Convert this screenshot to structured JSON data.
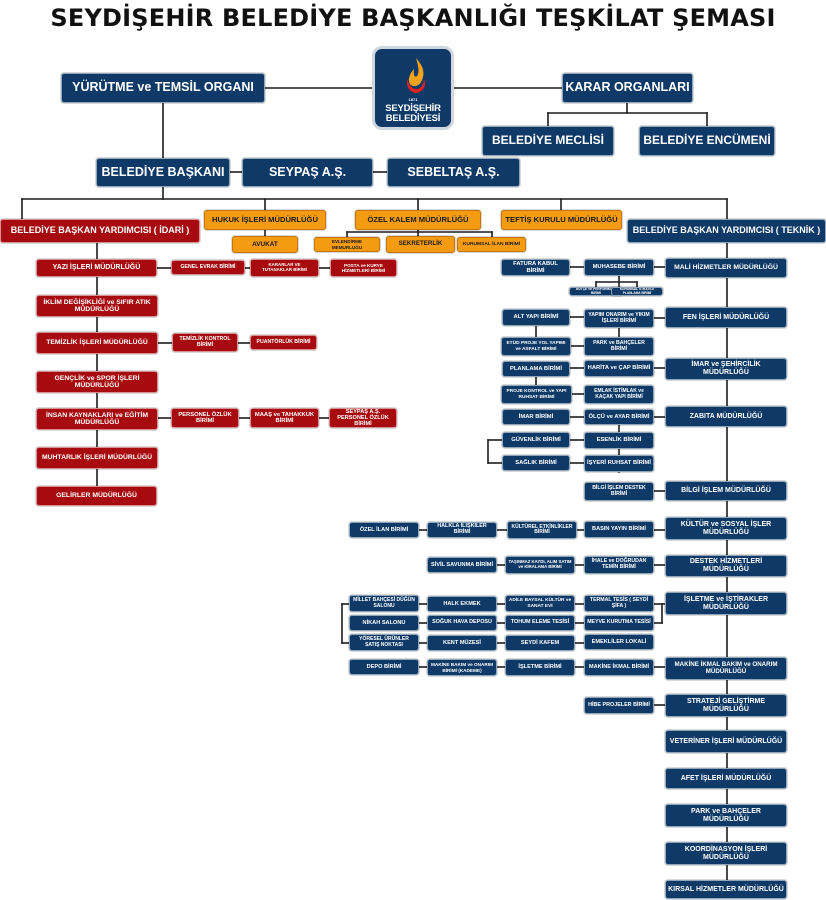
{
  "title": "SEYDİŞEHİR BELEDİYE BAŞKANLIĞI TEŞKİLAT ŞEMASI",
  "logo": {
    "year": "1871",
    "line1": "SEYDİŞEHİR",
    "line2": "BELEDİYESİ"
  },
  "colors": {
    "navy": "#0f3a68",
    "red": "#a70b10",
    "orange": "#f49b12",
    "line": "#1c1c1c"
  },
  "nodes": [
    {
      "id": "yurutme",
      "label": "YÜRÜTME ve TEMSİL ORGANI",
      "c": "b"
    },
    {
      "id": "karar",
      "label": "KARAR ORGANLARI",
      "c": "b"
    },
    {
      "id": "meclis",
      "label": "BELEDİYE MECLİSİ",
      "c": "b"
    },
    {
      "id": "encumen",
      "label": "BELEDİYE ENCÜMENİ",
      "c": "b"
    },
    {
      "id": "baskan",
      "label": "BELEDİYE BAŞKANI",
      "c": "b"
    },
    {
      "id": "seypas",
      "label": "SEYPAŞ A.Ş.",
      "c": "b"
    },
    {
      "id": "sebeltas",
      "label": "SEBELTAŞ A.Ş.",
      "c": "b"
    },
    {
      "id": "byidari",
      "label": "BELEDİYE BAŞKAN YARDIMCISI ( İDARİ )",
      "c": "r"
    },
    {
      "id": "hukuk",
      "label": "HUKUK İŞLERİ MÜDÜRLÜĞÜ",
      "c": "o"
    },
    {
      "id": "avukat",
      "label": "AVUKAT",
      "c": "o"
    },
    {
      "id": "ozelkalem",
      "label": "ÖZEL KALEM MÜDÜRLÜĞÜ",
      "c": "o"
    },
    {
      "id": "evlendirme",
      "label": "EVLENDİRME MEMURLUĞU",
      "c": "o"
    },
    {
      "id": "sekreterlik",
      "label": "SEKRETERLİK",
      "c": "o"
    },
    {
      "id": "kurumsalilan",
      "label": "KURUMSAL İLAN BİRİMİ",
      "c": "o"
    },
    {
      "id": "teftis",
      "label": "TEFTİŞ KURULU MÜDÜRLÜĞÜ",
      "c": "o"
    },
    {
      "id": "byteknik",
      "label": "BELEDİYE BAŞKAN YARDIMCISI ( TEKNİK )",
      "c": "b"
    },
    {
      "id": "yazi",
      "label": "YAZI İŞLERİ MÜDÜRLÜĞÜ",
      "c": "r"
    },
    {
      "id": "genelevrak",
      "label": "GENEL EVRAK BİRİMİ",
      "c": "r"
    },
    {
      "id": "kararlar",
      "label": "KARARLAR VE TUTANAKLAR BİRİMİ",
      "c": "r"
    },
    {
      "id": "posta",
      "label": "POSTA ve KURYE HİZMETLERİ BİRİMİ",
      "c": "r"
    },
    {
      "id": "iklim",
      "label": "İKLİM DEĞİŞİKLİĞİ ve SIFIR ATIK MÜDÜRLÜĞÜ",
      "c": "r"
    },
    {
      "id": "temizlik",
      "label": "TEMİZLİK İŞLERİ MÜDÜRLÜĞÜ",
      "c": "r"
    },
    {
      "id": "temizlikkontrol",
      "label": "TEMİZLİK KONTROL BİRİMİ",
      "c": "r"
    },
    {
      "id": "puantorluk",
      "label": "PUANTÖRLÜK BİRİMİ",
      "c": "r"
    },
    {
      "id": "genclik",
      "label": "GENÇLİK ve SPOR İŞLERİ MÜDÜRLÜĞÜ",
      "c": "r"
    },
    {
      "id": "insan",
      "label": "İNSAN KAYNAKLARI ve EĞİTİM MÜDÜRLÜĞÜ",
      "c": "r"
    },
    {
      "id": "personelozluk",
      "label": "PERSONEL ÖZLÜK BİRİMİ",
      "c": "r"
    },
    {
      "id": "maas",
      "label": "MAAŞ ve TAHAKKUK BİRİMİ",
      "c": "r"
    },
    {
      "id": "seypaspersonel",
      "label": "SEYPAŞ A.Ş. PERSONEL ÖZLÜK BİRİMİ",
      "c": "r"
    },
    {
      "id": "muhtarlik",
      "label": "MUHTARLIK İŞLERİ MÜDÜRLÜĞÜ",
      "c": "r"
    },
    {
      "id": "gelirler",
      "label": "GELİRLER MÜDÜRLÜĞÜ",
      "c": "r"
    },
    {
      "id": "fatura",
      "label": "FATURA KABUL BİRİMİ",
      "c": "b"
    },
    {
      "id": "muhasebe",
      "label": "MUHASEBE BİRİMİ",
      "c": "b"
    },
    {
      "id": "mali",
      "label": "MALİ HİZMETLER MÜDÜRLÜĞÜ",
      "c": "b"
    },
    {
      "id": "butce",
      "label": "BÜTÇE VE PERFORMANS BİRİMİ",
      "c": "b"
    },
    {
      "id": "stratejiplan",
      "label": "KURUMSAL STRATEJİ PLANLAMA BİRİMİ",
      "c": "b"
    },
    {
      "id": "altyapi",
      "label": "ALT YAPI BİRİMİ",
      "c": "b"
    },
    {
      "id": "yapimonarim",
      "label": "YAPIM ONARIM ve YIKIM İŞLERİ BİRİMİ",
      "c": "b"
    },
    {
      "id": "fen",
      "label": "FEN İŞLERİ MÜDÜRLÜĞÜ",
      "c": "b"
    },
    {
      "id": "etud",
      "label": "ETÜD PROJE YOL YAPIMI ve ASFALT BİRİMİ",
      "c": "b"
    },
    {
      "id": "parkbirim",
      "label": "PARK ve BAHÇELER BİRİMİ",
      "c": "b"
    },
    {
      "id": "planlama",
      "label": "PLANLAMA BİRİMİ",
      "c": "b"
    },
    {
      "id": "harita",
      "label": "HARİTA ve ÇAP BİRİMİ",
      "c": "b"
    },
    {
      "id": "imar",
      "label": "İMAR ve ŞEHİRCİLİK MÜDÜRLÜĞÜ",
      "c": "b"
    },
    {
      "id": "projekontrol",
      "label": "PROJE KONTROL ve YAPI RUHSAT BİRİMİ",
      "c": "b"
    },
    {
      "id": "emlak",
      "label": "EMLAK İSTİMLAK ve KAÇAK YAPI BİRİMİ",
      "c": "b"
    },
    {
      "id": "imarbirim",
      "label": "İMAR BİRİMİ",
      "c": "b"
    },
    {
      "id": "olcu",
      "label": "ÖLÇÜ ve AYAR BİRİMİ",
      "c": "b"
    },
    {
      "id": "zabita",
      "label": "ZABITA MÜDÜRLÜĞÜ",
      "c": "b"
    },
    {
      "id": "guvenlik",
      "label": "GÜVENLİK BİRİMİ",
      "c": "b"
    },
    {
      "id": "esenlik",
      "label": "ESENLİK BİRİMİ",
      "c": "b"
    },
    {
      "id": "saglik",
      "label": "SAĞLIK BİRİMİ",
      "c": "b"
    },
    {
      "id": "isyeri",
      "label": "İŞYERİ RUHSAT BİRİMİ",
      "c": "b"
    },
    {
      "id": "bilgidestek",
      "label": "BİLGİ İŞLEM DESTEK BİRİMİ",
      "c": "b"
    },
    {
      "id": "bilgiislem",
      "label": "BİLGİ İŞLEM MÜDÜRLÜĞÜ",
      "c": "b"
    },
    {
      "id": "ozelilan",
      "label": "ÖZEL İLAN BİRİMİ",
      "c": "b"
    },
    {
      "id": "halkla",
      "label": "HALKLA İLİŞKİLER BİRİMİ",
      "c": "b"
    },
    {
      "id": "kulturetk",
      "label": "KÜLTÜREL ETKİNLİKLER BİRİMİ",
      "c": "b"
    },
    {
      "id": "basin",
      "label": "BASIN YAYIN BİRİMİ",
      "c": "b"
    },
    {
      "id": "kultur",
      "label": "KÜLTÜR ve SOSYAL İŞLER MÜDÜRLÜĞÜ",
      "c": "b"
    },
    {
      "id": "sivil",
      "label": "SİVİL SAVUNMA BİRİMİ",
      "c": "b"
    },
    {
      "id": "tasinmaz",
      "label": "TAŞINMAZ KAYDI, ALIM SATIM ve KİRALAMA BİRİMİ",
      "c": "b"
    },
    {
      "id": "ihale",
      "label": "İHALE ve DOĞRUDAN TEMİN BİRİMİ",
      "c": "b"
    },
    {
      "id": "destek",
      "label": "DESTEK HİZMETLERİ MÜDÜRLÜĞÜ",
      "c": "b"
    },
    {
      "id": "millet",
      "label": "MİLLET BAHÇESİ DÜĞÜN SALONU",
      "c": "b"
    },
    {
      "id": "halkekmek",
      "label": "HALK EKMEK",
      "c": "b"
    },
    {
      "id": "adile",
      "label": "ADİLE BAYSAL KÜLTÜR ve SANAT EVİ",
      "c": "b"
    },
    {
      "id": "termal",
      "label": "TERMAL TESİS ( SEYDİ ŞİFA )",
      "c": "b"
    },
    {
      "id": "isletme",
      "label": "İŞLETME ve İŞTİRAKLER MÜDÜRLÜĞÜ",
      "c": "b"
    },
    {
      "id": "nikah",
      "label": "NİKAH SALONU",
      "c": "b"
    },
    {
      "id": "soguk",
      "label": "SOĞUK HAVA DEPOSU",
      "c": "b"
    },
    {
      "id": "tohum",
      "label": "TOHUM ELEME TESİSİ",
      "c": "b"
    },
    {
      "id": "meyve",
      "label": "MEYVE KURUTMA TESİSİ",
      "c": "b"
    },
    {
      "id": "yoresel",
      "label": "YÖRESEL ÜRÜNLER SATIŞ NOKTASI",
      "c": "b"
    },
    {
      "id": "kentmuze",
      "label": "KENT MÜZESİ",
      "c": "b"
    },
    {
      "id": "seydikafem",
      "label": "SEYDİ KAFEM",
      "c": "b"
    },
    {
      "id": "emekliler",
      "label": "EMEKLİLER LOKALİ",
      "c": "b"
    },
    {
      "id": "depo",
      "label": "DEPO BİRİMİ",
      "c": "b"
    },
    {
      "id": "makinebakim",
      "label": "MAKİNE BAKIM ve ONARIM BİRİMİ (KADEME)",
      "c": "b"
    },
    {
      "id": "isletmebirim",
      "label": "İŞLETME BİRİMİ",
      "c": "b"
    },
    {
      "id": "makineikmalbirim",
      "label": "MAKİNE İKMAL BİRİMİ",
      "c": "b"
    },
    {
      "id": "makineikmal",
      "label": "MAKİNE İKMAL BAKIM ve ONARIM MÜDÜRLÜĞÜ",
      "c": "b"
    },
    {
      "id": "hibe",
      "label": "HİBE PROJELER BİRİMİ",
      "c": "b"
    },
    {
      "id": "strateji",
      "label": "STRATEJİ GELİŞTİRME MÜDÜRLÜĞÜ",
      "c": "b"
    },
    {
      "id": "veteriner",
      "label": "VETERİNER İŞLERİ MÜDÜRLÜĞÜ",
      "c": "b"
    },
    {
      "id": "afet",
      "label": "AFET İŞLERİ MÜDÜRLÜĞÜ",
      "c": "b"
    },
    {
      "id": "parkmud",
      "label": "PARK ve BAHÇELER MÜDÜRLÜĞÜ",
      "c": "b"
    },
    {
      "id": "koordinasyon",
      "label": "KOORDİNASYON İŞLERİ MÜDÜRLÜĞÜ",
      "c": "b"
    },
    {
      "id": "kirsal",
      "label": "KIRSAL HİZMETLER MÜDÜRLÜĞÜ",
      "c": "b"
    }
  ]
}
